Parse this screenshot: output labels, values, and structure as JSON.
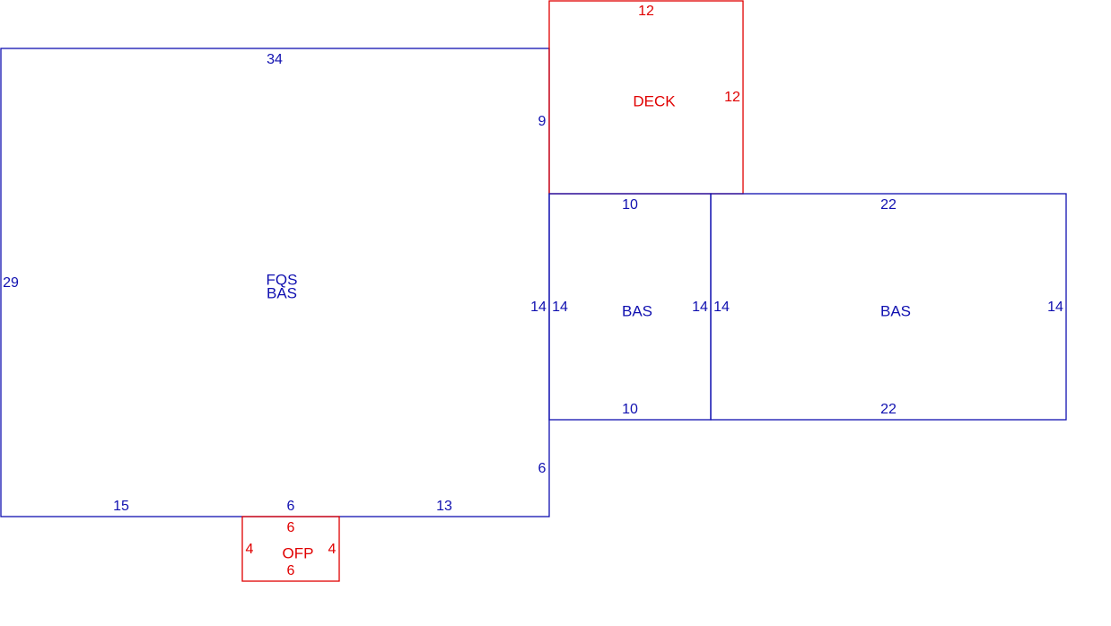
{
  "colors": {
    "living": "#1010b0",
    "exterior": "#e00000",
    "background": "#ffffff"
  },
  "main_house": {
    "area_code_1": "FQS",
    "area_code_2": "BAS",
    "dim_top": "34",
    "dim_left": "29",
    "dim_right_upper": "9",
    "dim_right_middle": "14",
    "dim_right_lower": "6",
    "dim_bottom_left": "15",
    "dim_bottom_middle": "6",
    "dim_bottom_right": "13"
  },
  "deck": {
    "area_code": "DECK",
    "dim_top": "12",
    "dim_right": "12"
  },
  "bas_small": {
    "area_code": "BAS",
    "dim_top": "10",
    "dim_bottom": "10",
    "dim_left": "14",
    "dim_right": "14"
  },
  "bas_large": {
    "area_code": "BAS",
    "dim_top": "22",
    "dim_bottom": "22",
    "dim_left": "14",
    "dim_right": "14"
  },
  "ofp": {
    "area_code": "OFP",
    "dim_top": "6",
    "dim_bottom": "6",
    "dim_left": "4",
    "dim_right": "4"
  }
}
